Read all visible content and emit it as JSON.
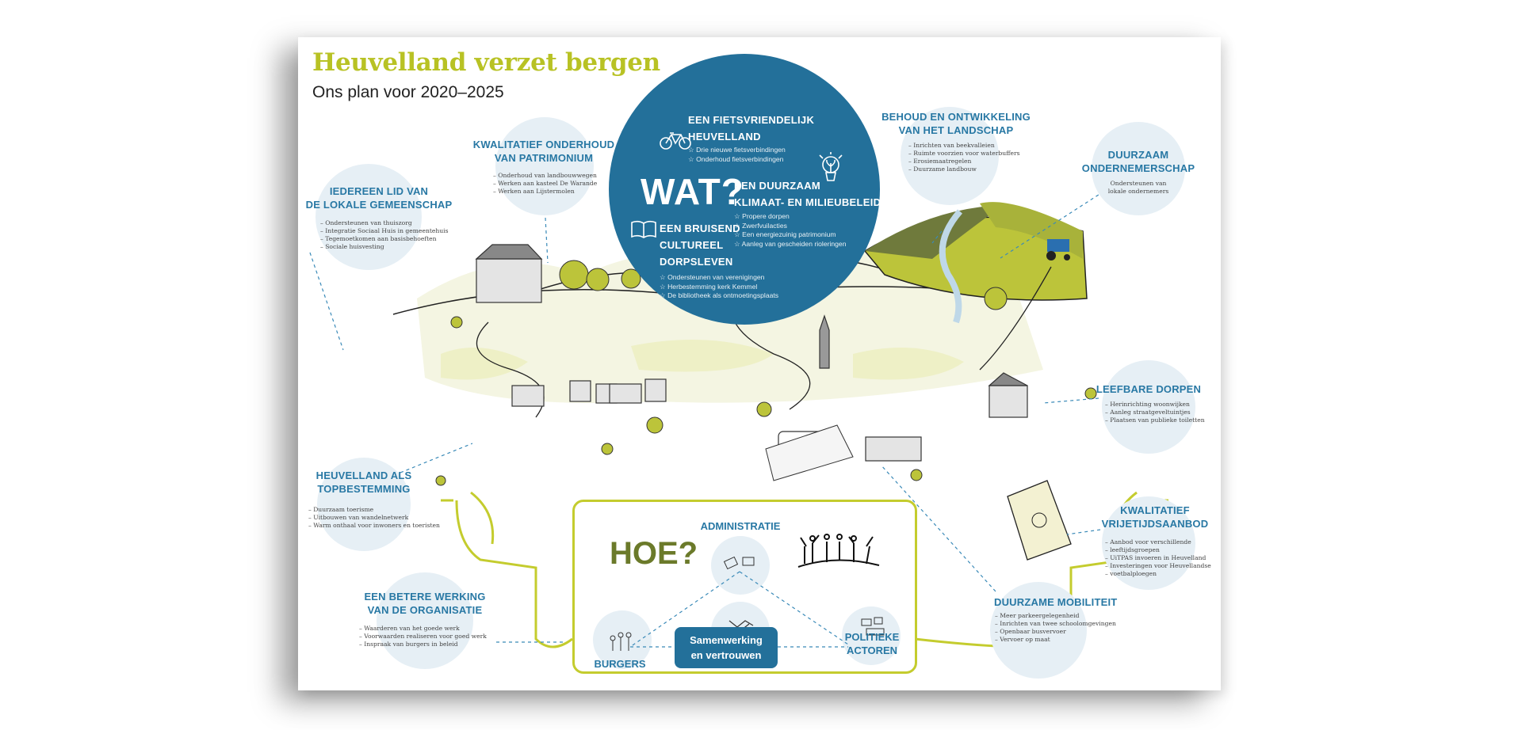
{
  "header": {
    "title": "Heuvelland verzet bergen",
    "subtitle": "Ons plan voor 2020–2025"
  },
  "colors": {
    "accent_green": "#b8c224",
    "blue": "#23709a",
    "bubble": "#e6eff5",
    "olive": "#6b7a2a"
  },
  "wat": {
    "label": "WAT?",
    "fiets": {
      "title1": "Een fietsvriendelijk",
      "title2": "Heuvelland",
      "items": [
        "Drie nieuwe fietsverbindingen",
        "Onderhoud fietsverbindingen"
      ],
      "icon": "bicycle-icon"
    },
    "klimaat": {
      "title1": "Een duurzaam",
      "title2": "klimaat- en milieubeleid",
      "items": [
        "Propere dorpen",
        "Zwerfvuilacties",
        "Een energiezuinig patrimonium",
        "Aanleg van gescheiden rioleringen"
      ],
      "icon": "lightbulb-plant-icon"
    },
    "cultuur": {
      "title1": "Een bruisend",
      "title2": "cultureel",
      "title3": "dorpsleven",
      "items": [
        "Ondersteunen van verenigingen",
        "Herbestemming kerk Kemmel",
        "De bibliotheek als ontmoetingsplaats"
      ],
      "icon": "book-icon"
    }
  },
  "bubbles": {
    "onderhoud": {
      "title1": "Kwalitatief onderhoud",
      "title2": "van patrimonium",
      "items": [
        "Onderhoud van landbouwwegen",
        "Werken aan kasteel De Warande",
        "Werken aan Lijstermolen"
      ]
    },
    "gemeenschap": {
      "title1": "Iedereen lid van",
      "title2": "de lokale gemeenschap",
      "items": [
        "Ondersteunen van thuiszorg",
        "Integratie Sociaal Huis in gemeentehuis",
        "Tegemoetkomen aan basisbehoeften",
        "Sociale huisvesting"
      ]
    },
    "landschap": {
      "title1": "Behoud en ontwikkeling",
      "title2": "van het landschap",
      "items": [
        "Inrichten van beekvalleien",
        "Ruimte voorzien voor waterbuffers",
        "Erosiemaatregelen",
        "Duurzame landbouw"
      ]
    },
    "ondernemerschap": {
      "title1": "Duurzaam",
      "title2": "ondernemerschap",
      "items": [
        "Ondersteunen van",
        "lokale ondernemers"
      ]
    },
    "dorpen": {
      "title1": "Leefbare dorpen",
      "items": [
        "Herinrichting woonwijken",
        "Aanleg straatgeveltuintjes",
        "Plaatsen van publieke toiletten"
      ]
    },
    "topbestemming": {
      "title1": "Heuvelland als",
      "title2": "topbestemming",
      "items": [
        "Duurzaam toerisme",
        "Uitbouwen van wandelnetwerk",
        "Warm onthaal voor inwoners en toeristen"
      ]
    },
    "vrijetijd": {
      "title1": "Kwalitatief",
      "title2": "vrijetijdsaanbod",
      "items": [
        "Aanbod voor verschillende",
        "leeftijdsgroepen",
        "UiTPAS invoeren in Heuvelland",
        "Investeringen voor Heuvellandse",
        "voetbalploegen"
      ]
    },
    "werking": {
      "title1": "Een betere werking",
      "title2": "van de organisatie",
      "items": [
        "Waarderen van het goede werk",
        "Voorwaarden realiseren voor goed werk",
        "Inspraak van burgers in beleid"
      ]
    },
    "mobiliteit": {
      "title1": "Duurzame mobiliteit",
      "items": [
        "Meer parkeergelegenheid",
        "Inrichten van twee schoolomgevingen",
        "Openbaar busvervoer",
        "Vervoer op maat"
      ]
    }
  },
  "hoe": {
    "label": "HOE?",
    "administratie": "Administratie",
    "burgers": "Burgers",
    "politieke1": "Politieke",
    "politieke2": "actoren",
    "samen1": "Samenwerking",
    "samen2": "en vertrouwen"
  }
}
